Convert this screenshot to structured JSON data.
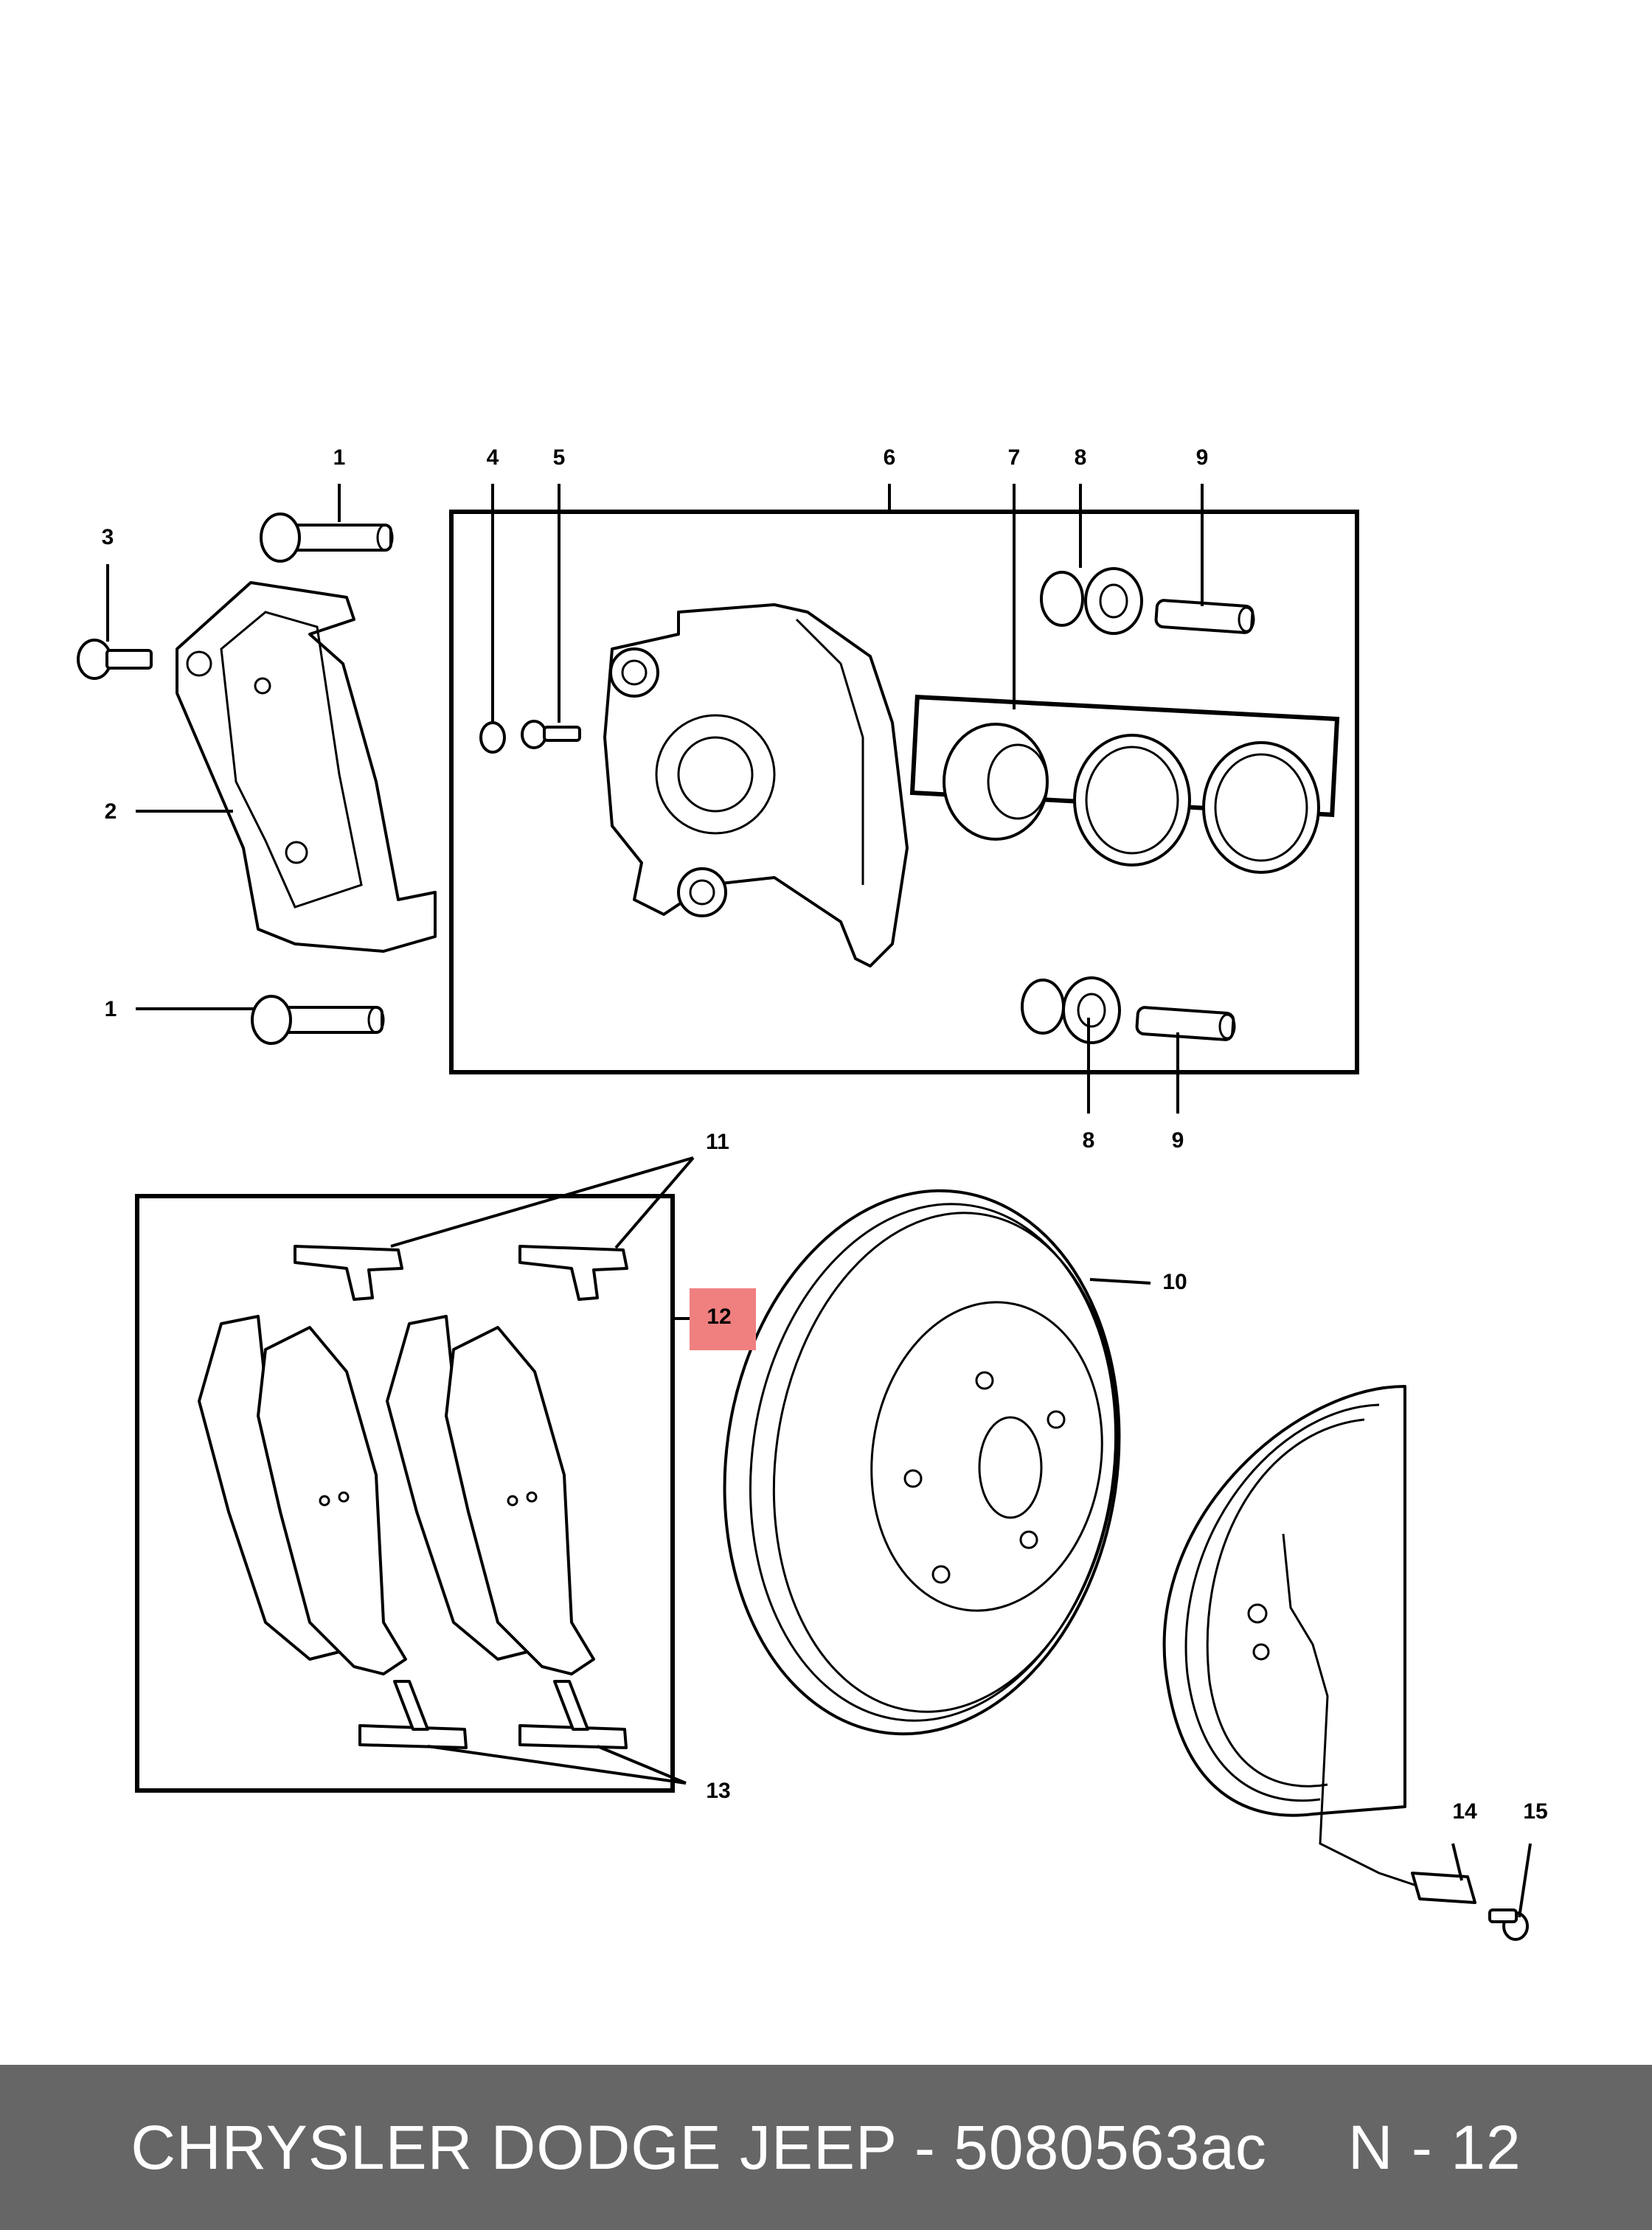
{
  "callouts": {
    "c1a": "1",
    "c1b": "1",
    "c2": "2",
    "c3": "3",
    "c4": "4",
    "c5": "5",
    "c6": "6",
    "c7": "7",
    "c8a": "8",
    "c8b": "8",
    "c9a": "9",
    "c9b": "9",
    "c10": "10",
    "c11": "11",
    "c12": "12",
    "c13": "13",
    "c14": "14",
    "c15": "15"
  },
  "highlight_color": "#f08080",
  "footer": {
    "brand_part": "CHRYSLER DODGE JEEP - 5080563ac",
    "page_ref": "N - 12"
  }
}
